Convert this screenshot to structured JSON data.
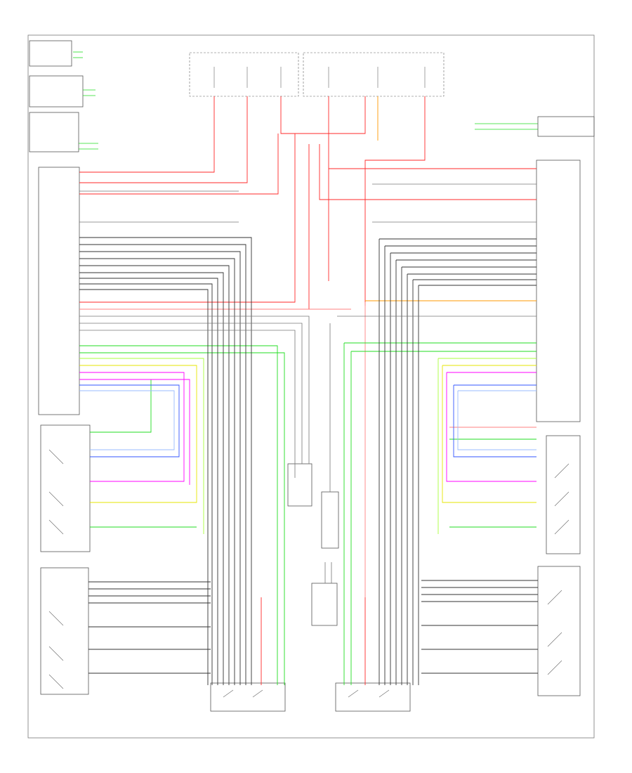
{
  "footer": {
    "page_ref": "",
    "left_switch_label": "",
    "right_switch_label": ""
  },
  "colors": {
    "red": "#ff2a2a",
    "pink": "#ff8080",
    "green": "#22dd22",
    "lime": "#a8ff3c",
    "yellow": "#e6e600",
    "magenta": "#ff00ff",
    "blue": "#3355ff",
    "light_blue": "#99bbff",
    "orange": "#ff9900",
    "gray": "#555555",
    "dark": "#222222"
  },
  "components": [
    "legend-module-top-left",
    "legend-module-upper-left",
    "driver-front-module",
    "left-door-control-module",
    "fuse-relay-block-left",
    "fuse-relay-block-right",
    "right-door-control-module",
    "driver-door-window-switch",
    "driver-door-lock-switch",
    "passenger-door-window-switch",
    "passenger-door-lock-switch",
    "rear-left-switch",
    "rear-right-switch",
    "center-splice-block"
  ]
}
